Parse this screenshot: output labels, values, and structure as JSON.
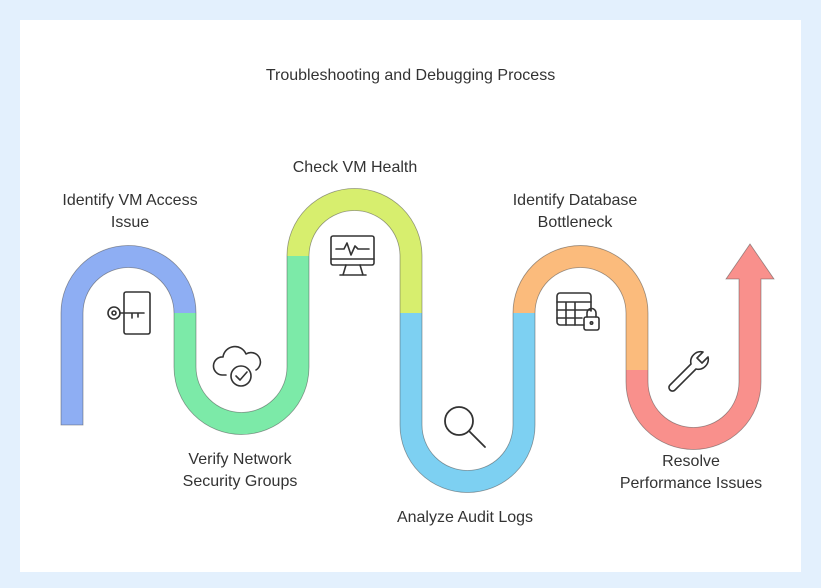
{
  "diagram": {
    "title": "Troubleshooting and Debugging Process",
    "steps": [
      {
        "label": "Identify VM Access\nIssue",
        "icon": "key-door-icon",
        "color": "#8eaef3"
      },
      {
        "label": "Verify Network\nSecurity Groups",
        "icon": "cloud-check-icon",
        "color": "#7ceaa8"
      },
      {
        "label": "Check VM Health",
        "icon": "monitor-pulse-icon",
        "color": "#d7ee6e"
      },
      {
        "label": "Analyze Audit Logs",
        "icon": "magnifier-icon",
        "color": "#7dd0f2"
      },
      {
        "label": "Identify Database\nBottleneck",
        "icon": "database-lock-icon",
        "color": "#fbbb7c"
      },
      {
        "label": "Resolve\nPerformance Issues",
        "icon": "wrench-icon",
        "color": "#f9908c"
      }
    ]
  }
}
